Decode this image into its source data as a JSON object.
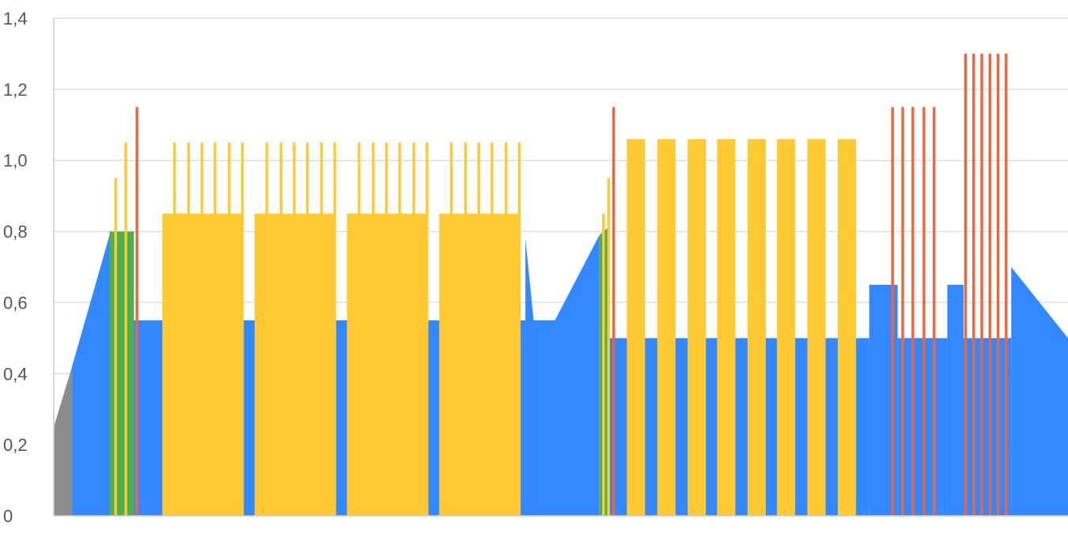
{
  "chart_data": {
    "type": "area",
    "title": "",
    "xlabel": "",
    "ylabel": "",
    "ylim": [
      0,
      1.4
    ],
    "yticks": [
      "0",
      "0,2",
      "0,4",
      "0,6",
      "0,8",
      "1,0",
      "1,2",
      "1,4"
    ],
    "grid": true,
    "legend": "none",
    "colors": {
      "gray": "#8c8c8c",
      "blue": "#3388ff",
      "green": "#4caf50",
      "yellow": "#ffc933",
      "red": "#f4623a"
    },
    "x_range": [
      0,
      100
    ],
    "series": [
      {
        "color": "gray",
        "segments": [
          {
            "x0": 0.0,
            "x1": 1.8,
            "y0": 0.25,
            "y1": 0.42
          }
        ]
      },
      {
        "color": "blue",
        "segments": [
          {
            "x0": 1.8,
            "x1": 5.5,
            "y0": 0.42,
            "y1": 0.79
          },
          {
            "x0": 6.2,
            "x1": 8.5,
            "y": 0.55
          },
          {
            "x0": 8.5,
            "x1": 53.5,
            "y": 0.55
          },
          {
            "x0": 46.5,
            "x1": 48.3,
            "y0": 0.78,
            "y1": 0.27
          },
          {
            "x0": 48.5,
            "x1": 53.8,
            "y0": 0.5,
            "y1": 0.79
          },
          {
            "x0": 54.5,
            "x1": 80.4,
            "y": 0.5
          },
          {
            "x0": 80.4,
            "x1": 83.2,
            "y": 0.65
          },
          {
            "x0": 83.2,
            "x1": 88.1,
            "y": 0.5
          },
          {
            "x0": 88.1,
            "x1": 89.7,
            "y": 0.65
          },
          {
            "x0": 89.7,
            "x1": 94.4,
            "y": 0.5
          },
          {
            "x0": 94.4,
            "x1": 100.0,
            "y0": 0.7,
            "y1": 0.5
          }
        ]
      },
      {
        "color": "green",
        "segments": [
          {
            "x0": 5.5,
            "x1": 7.9,
            "y": 0.8
          },
          {
            "x0": 53.8,
            "x1": 54.6,
            "y0": 0.79,
            "y1": 0.81
          }
        ]
      },
      {
        "color": "yellow",
        "segments": [
          {
            "x0": 10.7,
            "x1": 18.6,
            "y": 0.85
          },
          {
            "x0": 19.8,
            "x1": 27.7,
            "y": 0.85
          },
          {
            "x0": 28.9,
            "x1": 36.8,
            "y": 0.85
          },
          {
            "x0": 38.0,
            "x1": 45.9,
            "y": 0.85
          },
          {
            "x0": 56.5,
            "x1": 58.3,
            "y": 1.06
          },
          {
            "x0": 59.5,
            "x1": 61.3,
            "y": 1.06
          },
          {
            "x0": 62.5,
            "x1": 64.3,
            "y": 1.06
          },
          {
            "x0": 65.4,
            "x1": 67.2,
            "y": 1.06
          },
          {
            "x0": 68.4,
            "x1": 70.2,
            "y": 1.06
          },
          {
            "x0": 71.3,
            "x1": 73.1,
            "y": 1.06
          },
          {
            "x0": 74.3,
            "x1": 76.1,
            "y": 1.06
          },
          {
            "x0": 77.3,
            "x1": 79.1,
            "y": 1.06
          }
        ]
      }
    ],
    "spikes": [
      {
        "color": "yellow",
        "y": 0.95,
        "x": [
          6.1,
          54.7
        ]
      },
      {
        "color": "yellow",
        "y": 1.05,
        "x": [
          7.1,
          11.9,
          13.3,
          14.6,
          15.9,
          17.3,
          18.6,
          21.0,
          22.4,
          23.7,
          25.0,
          26.4,
          27.7,
          30.1,
          31.5,
          32.8,
          34.1,
          35.5,
          36.8,
          39.2,
          40.6,
          41.9,
          43.2,
          44.6,
          45.9
        ]
      },
      {
        "color": "yellow",
        "y": 0.85,
        "x": [
          54.2
        ]
      },
      {
        "color": "red",
        "y": 1.15,
        "x": [
          8.2,
          55.2,
          82.7,
          83.7,
          84.7,
          85.8,
          86.8
        ]
      },
      {
        "color": "red",
        "y": 1.3,
        "x": [
          89.9,
          90.7,
          91.5,
          92.3,
          93.1,
          93.9
        ]
      }
    ]
  }
}
